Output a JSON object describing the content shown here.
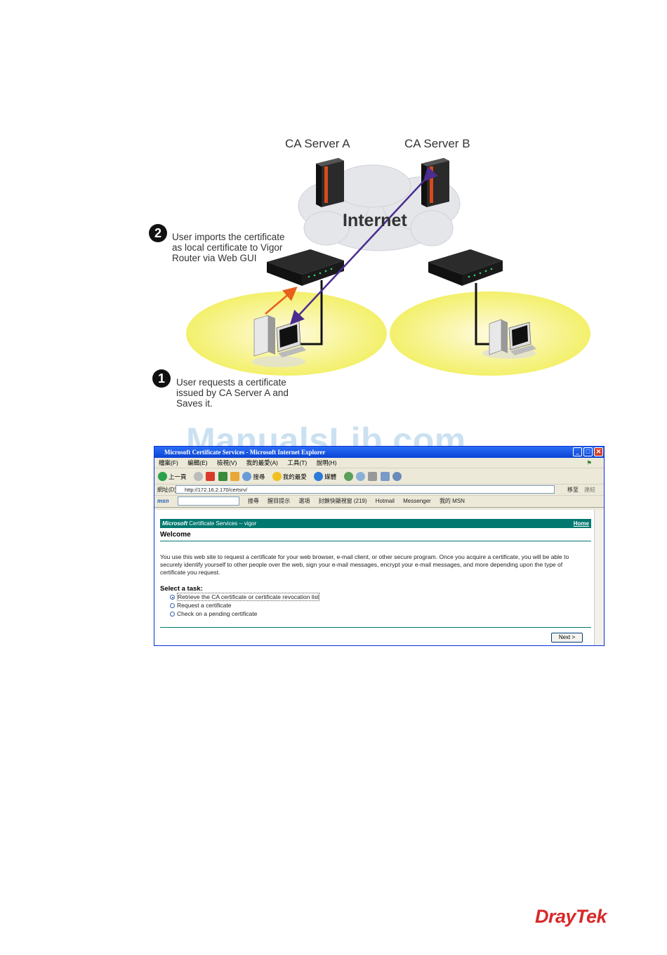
{
  "diagram": {
    "server_a_label": "CA Server A",
    "server_b_label": "CA Server B",
    "cloud_label": "Internet",
    "step2_number": "2",
    "step2_lines": [
      "User imports the certificate",
      "as local certificate to Vigor",
      "Router via Web GUI"
    ],
    "step1_number": "1",
    "step1_lines": [
      "User requests a certificate",
      "issued by CA Server A and",
      "Saves it."
    ],
    "colors": {
      "lan_zone": "#f3f06b",
      "cloud": "#e4e6ea",
      "arrow_request": "#e8601c",
      "arrow_import": "#4b2d8f",
      "server_stripe": "#d84a1b"
    }
  },
  "watermark": "ManualsLib.com",
  "browser": {
    "title": "Microsoft Certificate Services - Microsoft Internet Explorer",
    "menu": [
      "檔案(F)",
      "編輯(E)",
      "檢視(V)",
      "我的最愛(A)",
      "工具(T)",
      "說明(H)"
    ],
    "toolbar": {
      "back": "上一頁",
      "search": "搜尋",
      "favorites": "我的最愛",
      "media": "媒體"
    },
    "address_label": "網址(D)",
    "address_value": "http://172.16.2.170/certsrv/",
    "go_label": "移至",
    "links_label": "連結",
    "msn_logo": "msn",
    "msn_bar": {
      "search": "搜尋",
      "highlight": "醒目提示",
      "options": "選項",
      "blocked": "封鎖快顯視窗 (219)",
      "hotmail": "Hotmail",
      "messenger": "Messenger",
      "my_msn": "我的 MSN"
    }
  },
  "page": {
    "banner_brand": "Microsoft",
    "banner_text": "Certificate Services  --  vigor",
    "home_link": "Home",
    "welcome": "Welcome",
    "intro": "You use this web site to request a certificate for your web browser, e-mail client, or other secure program. Once you acquire a certificate, you will be able to securely identify yourself to other people over the web, sign your e-mail messages, encrypt your e-mail messages, and more depending upon the type of certificate you request.",
    "task_label": "Select a task:",
    "options": [
      "Retrieve the CA certificate or certificate revocation list",
      "Request a certificate",
      "Check on a pending certificate"
    ],
    "selected_option": 0,
    "next_button": "Next >"
  },
  "logo_text": "DrayTek"
}
